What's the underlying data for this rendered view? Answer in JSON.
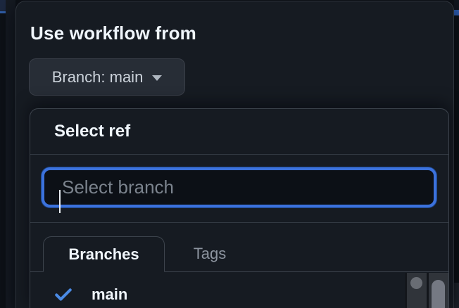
{
  "popover": {
    "heading": "Use workflow from",
    "ref_button": {
      "label": "Branch: main",
      "icon": "triangle-down-icon"
    },
    "select_panel": {
      "title": "Select ref",
      "search": {
        "placeholder": "Select branch",
        "value": ""
      },
      "tabs": {
        "branches": {
          "label": "Branches",
          "active": true
        },
        "tags": {
          "label": "Tags",
          "active": false
        }
      },
      "list": {
        "items": [
          {
            "label": "main",
            "checked": true,
            "icon": "check-icon"
          }
        ]
      }
    }
  },
  "colors": {
    "page_bg": "#0d1117",
    "panel_bg": "#161b22",
    "border": "#3d444d",
    "focus_blue": "#3c72dc",
    "check_blue": "#4a8ae4",
    "text_primary": "#f0f6fc",
    "text_muted": "#8d95a0",
    "placeholder": "#7b838d"
  }
}
